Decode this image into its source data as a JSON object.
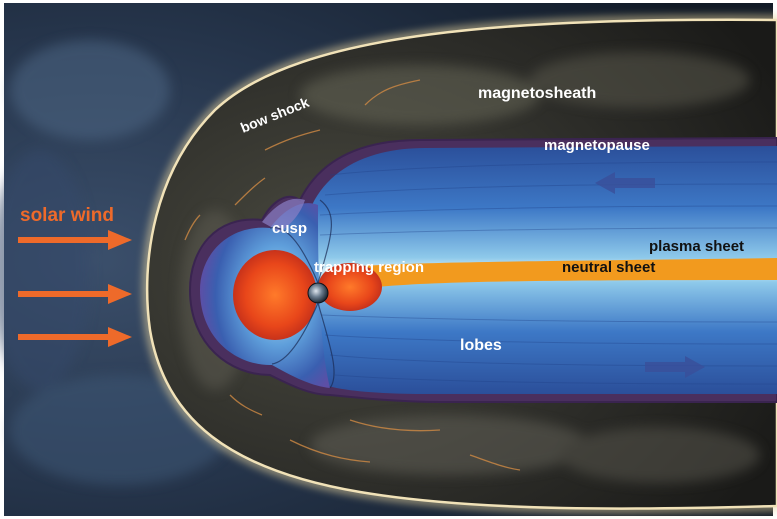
{
  "diagram": {
    "labels": {
      "solar_wind": "solar wind",
      "bow_shock": "bow shock",
      "magnetosheath": "magnetosheath",
      "magnetopause": "magnetopause",
      "cusp": "cusp",
      "trapping_region": "trapping region",
      "plasma_sheet": "plasma sheet",
      "neutral_sheet": "neutral sheet",
      "lobes": "lobes"
    },
    "colors": {
      "space": "#1f2c3e",
      "sheath": "#2a2a26",
      "bow_shock_glow": "#e6cf9a",
      "magnetosphere_blue": "#2f66b8",
      "magnetosphere_light": "#9fd6ee",
      "magnetopause_edge": "#4a2f5e",
      "neutral_sheet": "#f29a1e",
      "trapping_region": "#e84a1c",
      "solar_wind_arrows": "#ee6a2a",
      "label_white": "#ffffff",
      "label_dark": "#111111"
    }
  }
}
